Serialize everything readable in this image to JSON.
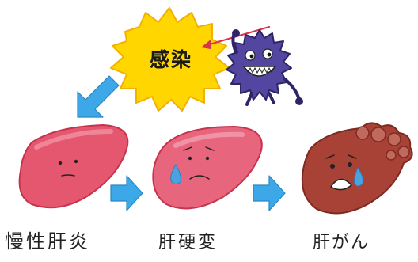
{
  "burst": {
    "label": "感染"
  },
  "stages": {
    "chronic": "慢性肝炎",
    "cirrhosis": "肝硬変",
    "cancer": "肝がん"
  },
  "colors": {
    "burst_fill": "#ffd600",
    "burst_edge": "#f2a900",
    "virus": "#4a3f8f",
    "liver_healthy": "#e5566f",
    "liver_cirrhosis": "#e8657e",
    "liver_cancer": "#a94236",
    "arrow": "#3da8e8",
    "tear": "#4aa3e0",
    "stick": "#d9344a"
  },
  "icons": [
    "infection-burst",
    "virus-character",
    "liver-chronic",
    "liver-cirrhosis",
    "liver-cancer",
    "arrow-down-left",
    "arrow-right"
  ]
}
